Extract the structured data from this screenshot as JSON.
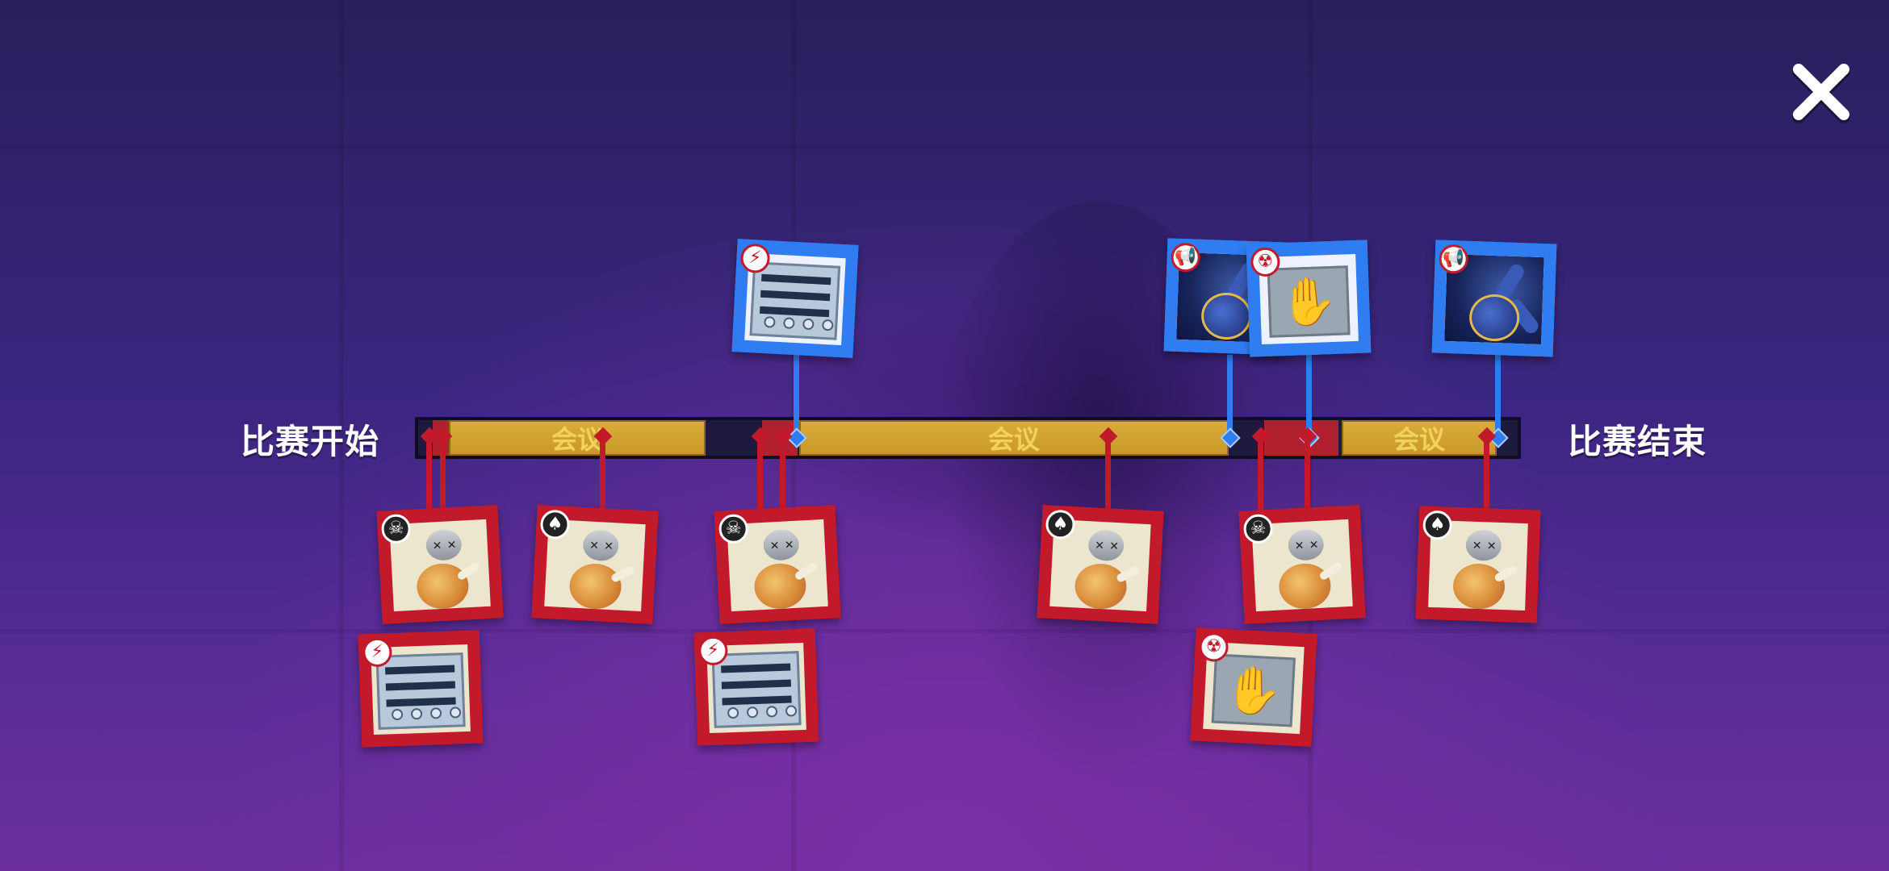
{
  "labels": {
    "start": "比赛开始",
    "end": "比赛结束",
    "meeting": "会议"
  },
  "close_button": {
    "glyph": "✕"
  },
  "timeline": {
    "meetings": [
      {
        "label": "会议"
      },
      {
        "label": "会议"
      },
      {
        "label": "会议"
      }
    ]
  },
  "events": {
    "above": [
      {
        "team": "blue",
        "icon": "lightning-icon",
        "picture": "control-panel"
      },
      {
        "team": "blue",
        "icon": "megaphone-icon",
        "picture": "astronaut"
      },
      {
        "team": "blue",
        "icon": "radiation-icon",
        "picture": "red-hand-screen"
      },
      {
        "team": "blue",
        "icon": "megaphone-icon",
        "picture": "astronaut"
      }
    ],
    "below": [
      {
        "team": "red",
        "icon": "skull-icon",
        "picture": "dead-robot"
      },
      {
        "team": "red",
        "icon": "lightning-icon",
        "picture": "control-panel"
      },
      {
        "team": "red",
        "icon": "spade-icon",
        "picture": "dead-robot"
      },
      {
        "team": "red",
        "icon": "skull-icon",
        "picture": "dead-robot"
      },
      {
        "team": "red",
        "icon": "lightning-icon",
        "picture": "control-panel"
      },
      {
        "team": "red",
        "icon": "spade-icon",
        "picture": "dead-robot"
      },
      {
        "team": "red",
        "icon": "skull-icon",
        "picture": "dead-robot"
      },
      {
        "team": "red",
        "icon": "radiation-icon",
        "picture": "red-hand-screen"
      },
      {
        "team": "red",
        "icon": "spade-icon",
        "picture": "dead-robot"
      }
    ]
  },
  "colors": {
    "red_team": "#c21a2a",
    "blue_team": "#2f7df0",
    "meeting": "#c9982a",
    "track": "#1e1a3e"
  }
}
